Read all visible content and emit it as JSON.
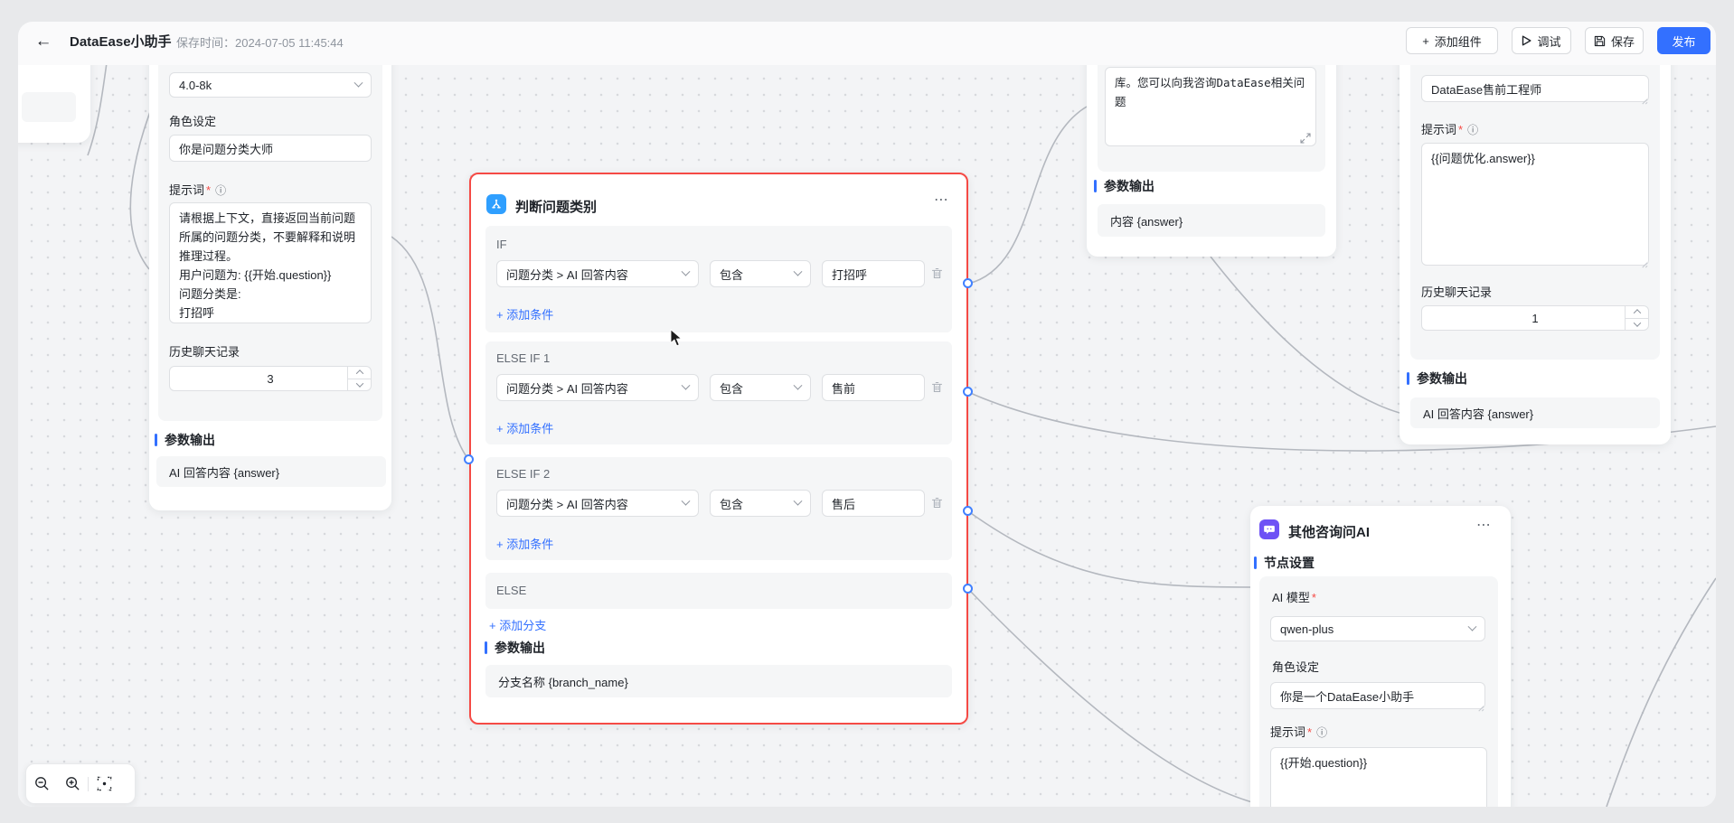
{
  "ui": {
    "required_mark": "*",
    "info_icon": "ⓘ",
    "back_arrow": "←"
  },
  "toolbar": {
    "title": "DataEase小助手",
    "save_time": "保存时间：2024-07-05 11:45:44",
    "add_component": "添加组件",
    "add_plus": "+",
    "debug": "调试",
    "save": "保存",
    "publish": "发布"
  },
  "colors": {
    "accent": "#3370ff",
    "selected_border": "#f54a45",
    "judge_icon": "#2f9fff",
    "other_icon": "#6e52f5"
  },
  "canvas": {
    "left_card": {
      "model_value": "4.0-8k",
      "role_label": "角色设定",
      "role_value": "你是问题分类大师",
      "prompt_label": "提示词",
      "prompt_value": "请根据上下文，直接返回当前问题\n所属的问题分类，不要解释和说明\n推理过程。\n用户问题为: {{开始.question}}\n问题分类是:\n打招呼\n售前咨询",
      "history_label": "历史聊天记录",
      "history_value": "3",
      "output_title": "参数输出",
      "output_value": "AI 回答内容 {answer}"
    },
    "judge_card": {
      "title": "判断问题类别",
      "menu": "⋯",
      "branches": [
        {
          "label": "IF",
          "field": "问题分类 > AI 回答内容",
          "op": "包含",
          "value": "打招呼",
          "add": "+ 添加条件"
        },
        {
          "label": "ELSE IF 1",
          "field": "问题分类 > AI 回答内容",
          "op": "包含",
          "value": "售前",
          "add": "+ 添加条件"
        },
        {
          "label": "ELSE IF 2",
          "field": "问题分类 > AI 回答内容",
          "op": "包含",
          "value": "售后",
          "add": "+ 添加条件"
        }
      ],
      "else_label": "ELSE",
      "add_branch": "+ 添加分支",
      "output_title": "参数输出",
      "output_value": "分支名称 {branch_name}"
    },
    "reply_card": {
      "content_value": "库。您可以向我咨询DataEase相关问题",
      "output_title": "参数输出",
      "output_value": "内容 {answer}"
    },
    "presales_card": {
      "role_value": "DataEase售前工程师",
      "prompt_label": "提示词",
      "prompt_value": "{{问题优化.answer}}",
      "history_label": "历史聊天记录",
      "history_value": "1",
      "output_title": "参数输出",
      "output_value": "AI 回答内容 {answer}"
    },
    "other_card": {
      "title": "其他咨询问AI",
      "menu": "⋯",
      "settings_title": "节点设置",
      "model_label": "AI 模型",
      "model_value": "qwen-plus",
      "role_label": "角色设定",
      "role_value": "你是一个DataEase小助手",
      "prompt_label": "提示词",
      "prompt_value": "{{开始.question}}"
    }
  }
}
